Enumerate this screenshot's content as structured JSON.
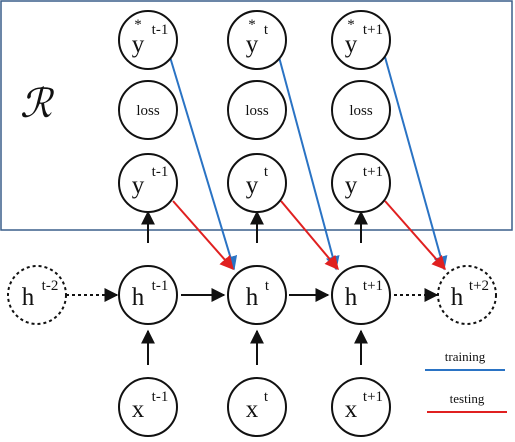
{
  "region_label": "ℛ",
  "nodes": {
    "ystar_prev": {
      "base": "y",
      "mark": "*",
      "sup": "t-1"
    },
    "ystar_cur": {
      "base": "y",
      "mark": "*",
      "sup": "t"
    },
    "ystar_next": {
      "base": "y",
      "mark": "*",
      "sup": "t+1"
    },
    "loss_prev": {
      "label": "loss"
    },
    "loss_cur": {
      "label": "loss"
    },
    "loss_next": {
      "label": "loss"
    },
    "y_prev": {
      "base": "y",
      "sup": "t-1"
    },
    "y_cur": {
      "base": "y",
      "sup": "t"
    },
    "y_next": {
      "base": "y",
      "sup": "t+1"
    },
    "h_prev2": {
      "base": "h",
      "sup": "t-2"
    },
    "h_prev": {
      "base": "h",
      "sup": "t-1"
    },
    "h_cur": {
      "base": "h",
      "sup": "t"
    },
    "h_next": {
      "base": "h",
      "sup": "t+1"
    },
    "h_next2": {
      "base": "h",
      "sup": "t+2"
    },
    "x_prev": {
      "base": "x",
      "sup": "t-1"
    },
    "x_cur": {
      "base": "x",
      "sup": "t"
    },
    "x_next": {
      "base": "x",
      "sup": "t+1"
    }
  },
  "legend": {
    "training": {
      "label": "training",
      "color": "#2a73c4"
    },
    "testing": {
      "label": "testing",
      "color": "#e02020"
    }
  },
  "colors": {
    "box_border": "#3a5f8a",
    "training_arrow": "#2a73c4",
    "testing_arrow": "#e02020"
  }
}
